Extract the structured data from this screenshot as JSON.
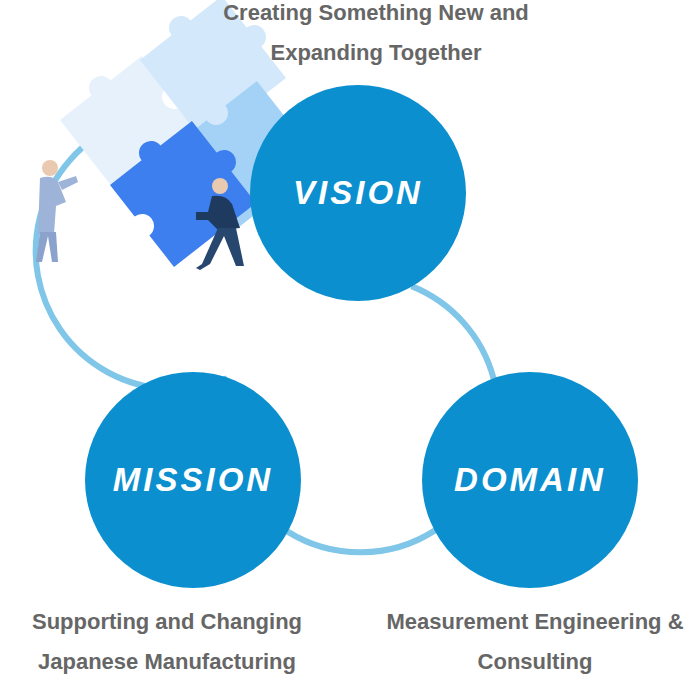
{
  "diagram": {
    "nodes": [
      {
        "text": [
          "Creating Something New and Expanding Together",
          "VISION"
        ]
      },
      {
        "text": [
          "MISSION",
          "Supporting and Changing Japanese Manufacturing"
        ]
      },
      {
        "text": [
          "DOMAIN",
          "Measurement Engineering & Consulting"
        ]
      }
    ],
    "edges": [
      {
        "from": 0,
        "to": 1,
        "arrow": "none"
      },
      {
        "from": 1,
        "to": 2,
        "arrow": "none"
      },
      {
        "from": 2,
        "to": 0,
        "arrow": "none"
      }
    ]
  }
}
